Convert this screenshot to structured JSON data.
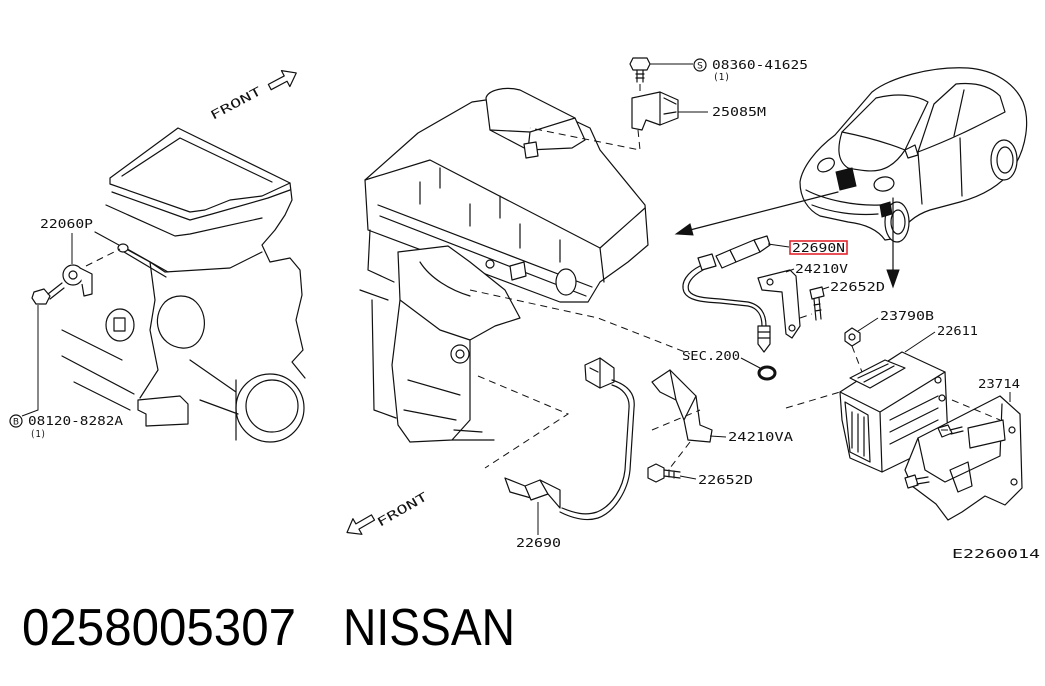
{
  "labels": {
    "front_top": "FRONT",
    "front_bottom": "FRONT",
    "p22060p": "22060P",
    "bolt_b_symbol": "B",
    "bolt_b_number": "08120-8282A",
    "bolt_b_qty": "(1)",
    "screw_s_symbol": "S",
    "screw_s_number": "08360-41625",
    "screw_s_qty": "(1)",
    "p25085m": "25085M",
    "p22690n": "22690N",
    "p24210v": "24210V",
    "p22652d_upper": "22652D",
    "sec200": "SEC.200",
    "p23790b": "23790B",
    "p22611": "22611",
    "p23714": "23714",
    "p24210va": "24210VA",
    "p22652d_lower": "22652D",
    "p22690": "22690",
    "diagram_code": "E2260014"
  },
  "caption": {
    "part_number": "0258005307",
    "brand": "NISSAN"
  },
  "colors": {
    "line": "#111111",
    "highlight": "#e3262e"
  }
}
